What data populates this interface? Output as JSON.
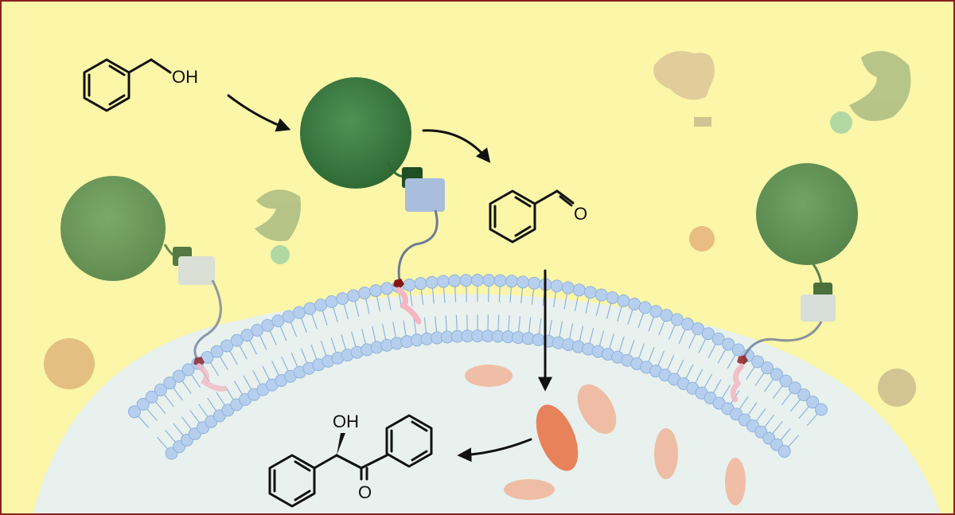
{
  "background_color": "#fbf6a8",
  "border_color": "#8a1f1f",
  "colors": {
    "enzyme_green": "#3f7d43",
    "enzyme_green_dark": "#2f6a35",
    "tag_dark": "#1f4f22",
    "tag_box": "#a9bedc",
    "lipid_head": "#b7cfee",
    "lipid_tail": "#8fb3dc",
    "cell_interior": "#e8f1ee",
    "cargo_orange": "#e8825a",
    "lipid_anchor_pink": "#f4b6c2",
    "anchor_cap": "#8a1414"
  },
  "molecules": {
    "benzyl_alcohol": {
      "label": "OH"
    },
    "benzaldehyde": {
      "label": "O"
    },
    "benzoin": {
      "label_hydroxyl": "OH",
      "label_carbonyl": "O"
    }
  },
  "icons": [
    "enzyme-cluster-icon",
    "membrane-anchor-icon",
    "lipid-bilayer-icon",
    "cargo-enzyme-icon"
  ]
}
